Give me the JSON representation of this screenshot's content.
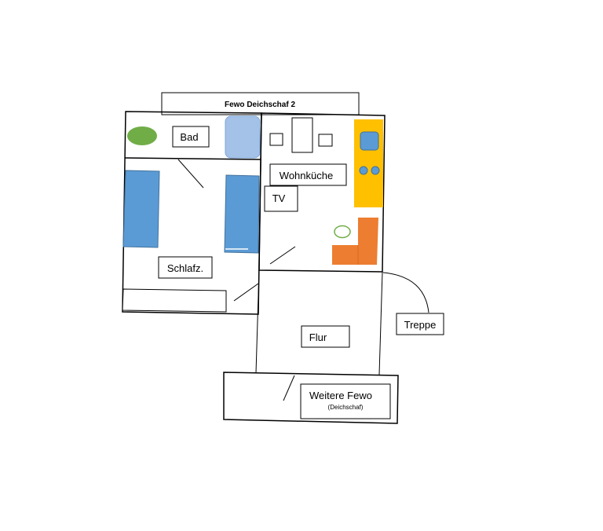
{
  "title": "Fewo Deichschaf 2",
  "rooms": {
    "bad": "Bad",
    "wohnkueche": "Wohnküche",
    "tv": "TV",
    "schlafzimmer": "Schlafz.",
    "flur": "Flur",
    "treppe": "Treppe",
    "weitere_fewo": "Weitere Fewo",
    "weitere_fewo_sub": "(Deichschaf)"
  },
  "colors": {
    "bed_blue": "#5b9bd5",
    "bathtub_blue": "#a4c2e8",
    "plant_green": "#70ad47",
    "kitchen_yellow": "#ffc000",
    "sofa_orange": "#ed7d31"
  }
}
